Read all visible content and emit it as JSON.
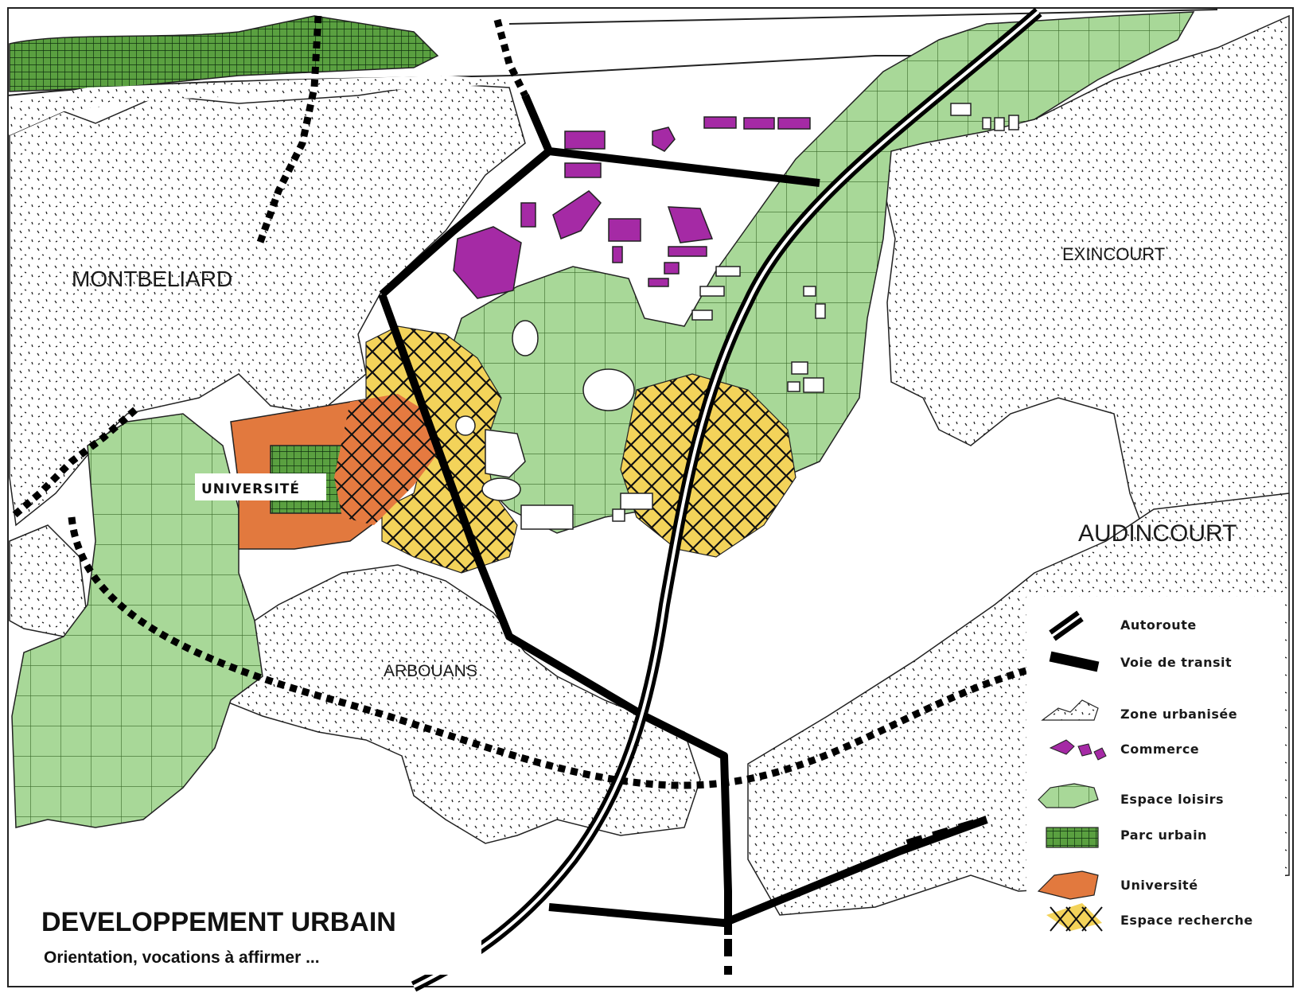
{
  "map": {
    "places": {
      "montbeliard": "MONTBELIARD",
      "exincourt": "EXINCOURT",
      "audincourt": "AUDINCOURT",
      "arbouans": "ARBOUANS",
      "universite": "UNIVERSITÉ"
    },
    "title": "DEVELOPPEMENT URBAIN",
    "subtitle": "Orientation, vocations à affirmer ...",
    "legend": {
      "autoroute": "Autoroute",
      "voie_transit": "Voie de transit",
      "zone_urbanisee": "Zone urbanisée",
      "commerce": "Commerce",
      "espace_loisirs": "Espace loisirs",
      "parc_urbain": "Parc urbain",
      "universite": "Université",
      "espace_recherche": "Espace recherche"
    },
    "colors": {
      "loisirs_green": "#8cc87a",
      "parc_green": "#3e8a2a",
      "commerce_purple": "#a82aa8",
      "universite_orange": "#e0743a",
      "recherche_yellow": "#f2c23a",
      "road_black": "#000000"
    }
  }
}
